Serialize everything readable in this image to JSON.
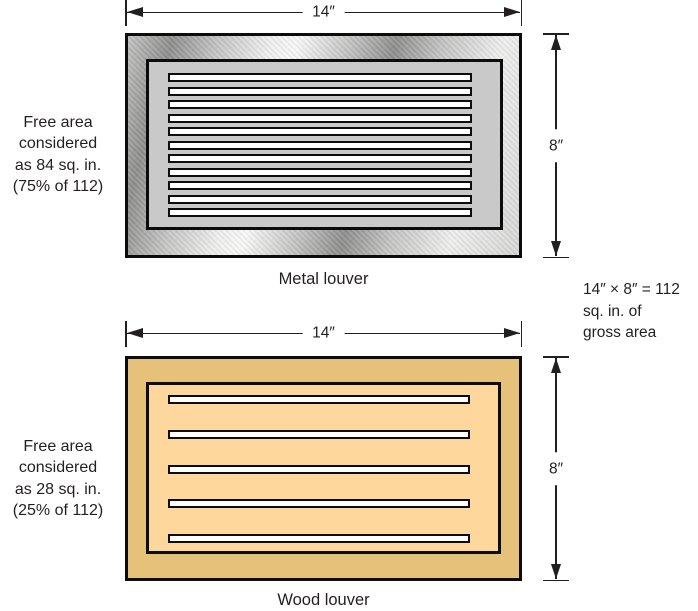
{
  "colors": {
    "ink": "#231f20",
    "page-bg": "#ffffff",
    "frame-border": "#0c0c0c",
    "slat-fill": "#ffffff",
    "metal-light": "#efefed",
    "metal-bright": "#f8f8f6",
    "metal-mid": "#c2c2c1",
    "metal-mid2": "#d6d6d4",
    "metal-dark": "#8e8e8d",
    "metal-panel": "#c9c9c9",
    "wood-frame": "#e6c179",
    "wood-panel": "#fdd79c"
  },
  "metal": {
    "width_label": "14″",
    "height_label": "8″",
    "caption": "Metal louver",
    "slat_count": 11,
    "free_area": [
      "Free area",
      "considered",
      "as 84 sq. in.",
      "(75% of 112)"
    ]
  },
  "wood": {
    "width_label": "14″",
    "height_label": "8″",
    "caption": "Wood louver",
    "slat_count": 5,
    "free_area": [
      "Free area",
      "considered",
      "as 28 sq. in.",
      "(25% of 112)"
    ]
  },
  "gross_area_note": [
    "14″ × 8″ = 112",
    "sq. in. of",
    "gross area"
  ]
}
